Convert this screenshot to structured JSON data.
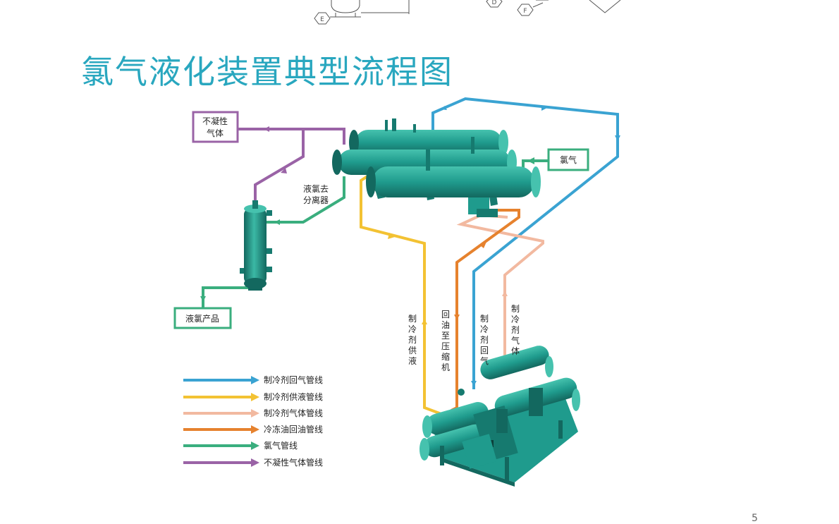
{
  "title": "氯气液化装置典型流程图",
  "page_number": "5",
  "top_fragment_labels": {
    "e": "E",
    "d": "D",
    "f": "F"
  },
  "boxes": {
    "noncondensable": {
      "line1": "不凝性",
      "line2": "气体"
    },
    "chlorine": "氯气",
    "liquid_product": "液氯产品"
  },
  "labels": {
    "separator_line1": "液氯去",
    "separator_line2": "分离器",
    "refrigerant_supply": [
      "制",
      "冷",
      "剂",
      "供",
      "液"
    ],
    "oil_return": [
      "回",
      "油",
      "至",
      "压",
      "缩",
      "机"
    ],
    "refrigerant_return": [
      "制",
      "冷",
      "剂",
      "回",
      "气"
    ],
    "refrigerant_gas": [
      "制",
      "冷",
      "剂",
      "气",
      "体"
    ]
  },
  "legend": [
    {
      "label": "制冷剂回气管线",
      "color": "#3aa3d2"
    },
    {
      "label": "制冷剂供液管线",
      "color": "#f3c233"
    },
    {
      "label": "制冷剂气体管线",
      "color": "#f2b9a0"
    },
    {
      "label": "冷冻油回油管线",
      "color": "#e6822e"
    },
    {
      "label": "氯气管线",
      "color": "#3aae7e"
    },
    {
      "label": "不凝性气体管线",
      "color": "#9a63a6"
    }
  ],
  "colors": {
    "title": "#29a7bf",
    "equipment": "#1f9b8d",
    "equipment_dark": "#167a6f",
    "box_border": "#3aae7e",
    "box_border_purple": "#9a63a6"
  }
}
